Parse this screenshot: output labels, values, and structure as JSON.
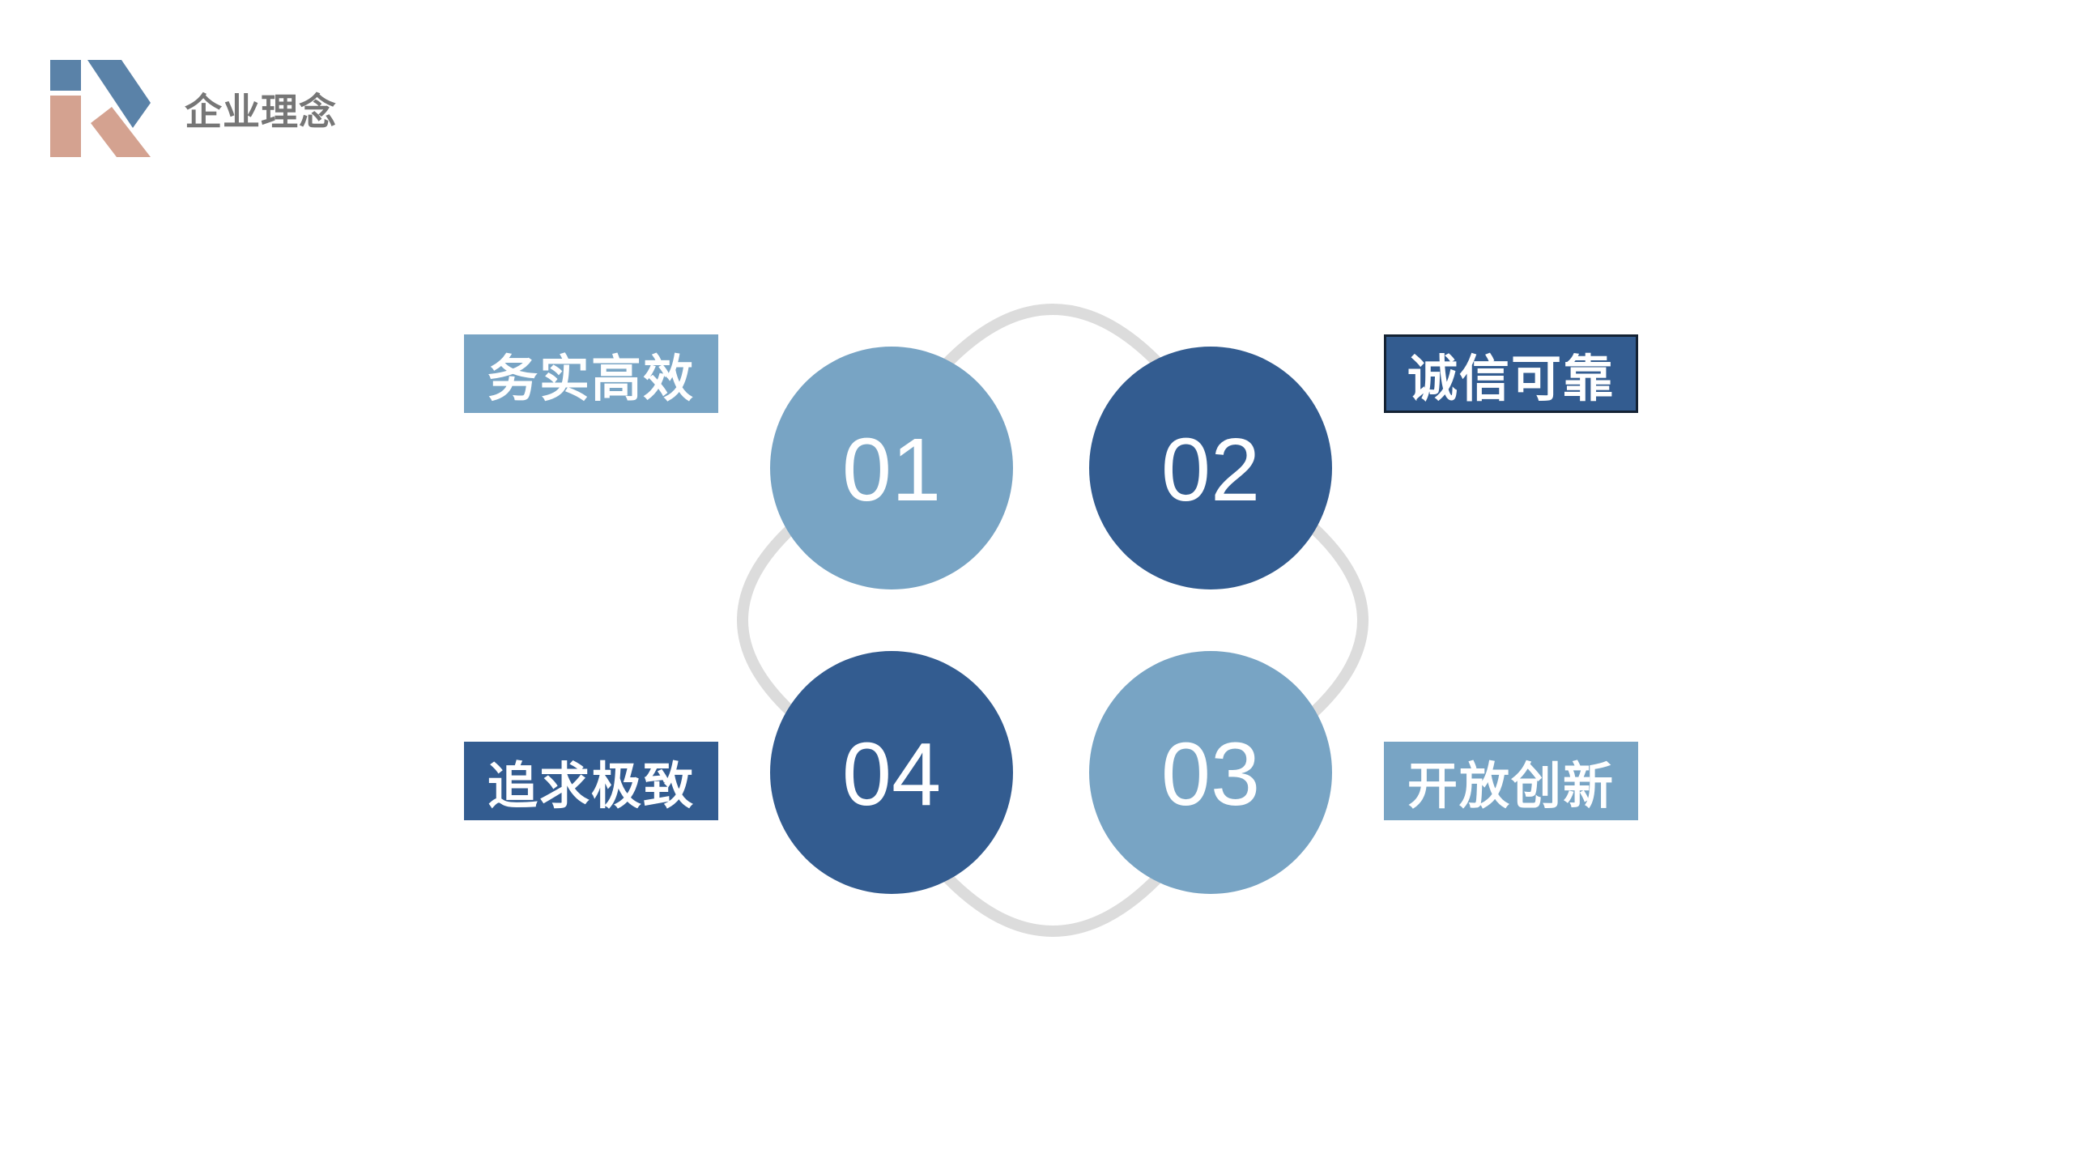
{
  "header": {
    "title": "企业理念"
  },
  "colors": {
    "light_blue": "#78a4c4",
    "dark_blue": "#335c90",
    "ring_gray": "#dcdcdc",
    "logo_blue": "#5a82a8",
    "logo_pink": "#d4a290"
  },
  "values": [
    {
      "number": "01",
      "label": "务实高效",
      "tone": "light"
    },
    {
      "number": "02",
      "label": "诚信可靠",
      "tone": "dark"
    },
    {
      "number": "03",
      "label": "开放创新",
      "tone": "light"
    },
    {
      "number": "04",
      "label": "追求极致",
      "tone": "dark"
    }
  ]
}
